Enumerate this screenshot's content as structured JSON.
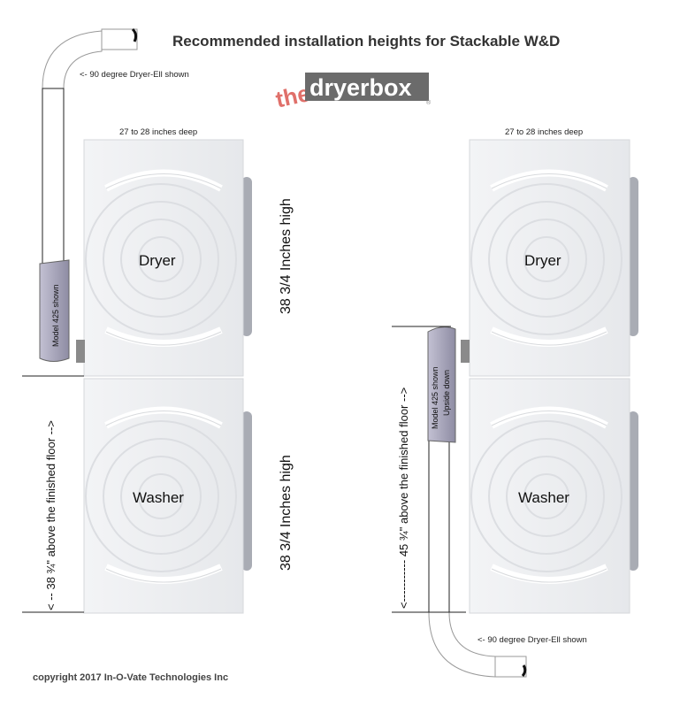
{
  "title": "Recommended installation heights for Stackable W&D",
  "logo": {
    "prefix": "the",
    "name": "dryerbox",
    "mark": "®"
  },
  "left": {
    "elbow_label": "<- 90 degree Dryer-Ell shown",
    "depth_label": "27 to 28 inches deep",
    "box_label": "Model 425 shown",
    "dryer_label": "Dryer",
    "washer_label": "Washer",
    "dryer_height": "38 3/4 Inches high",
    "washer_height": "38 3/4 Inches high",
    "floor_height": "<  --   38 ¾\" above the finished floor  -->"
  },
  "right": {
    "depth_label": "27 to 28 inches deep",
    "box_label_1": "Model 425 shown",
    "box_label_2": "Upside down",
    "dryer_label": "Dryer",
    "washer_label": "Washer",
    "floor_height": "<-----------  45 ¾\" above the finished floor  -->",
    "elbow_label": "<- 90 degree Dryer-Ell shown"
  },
  "copyright": "copyright 2017 In-O-Vate Technologies Inc",
  "colors": {
    "logo_red": "#e0706a",
    "logo_gray": "#6b6b6b",
    "box": "#a9a7bd"
  }
}
